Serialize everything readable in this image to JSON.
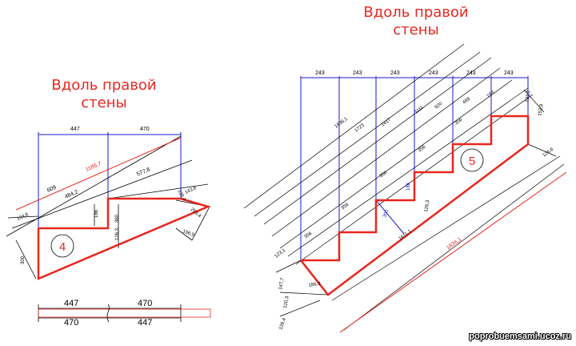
{
  "captions": {
    "left": "Вдоль правой\nстены",
    "right": "Вдоль правой\nстены"
  },
  "watermark": "poprobuemsami.ucoz.ru",
  "stair4": {
    "number": "4",
    "top_dims": [
      "447",
      "470"
    ],
    "red_dim": "1186,7",
    "dims": [
      "609",
      "484,2",
      "577,8",
      "134,8",
      "186",
      "360",
      "126,3",
      "300",
      "196,4",
      "143,8",
      "196,9",
      "253,4"
    ],
    "table": {
      "row1": [
        "447",
        "470"
      ],
      "row2": [
        "470",
        "447"
      ]
    }
  },
  "stair5": {
    "number": "5",
    "top_dims": [
      "243",
      "243",
      "243",
      "243",
      "243",
      "243"
    ],
    "diag_dims": [
      "1836,1",
      "1723",
      "1417",
      "1111",
      "920",
      "499",
      "193"
    ],
    "step_dims": [
      "356",
      "356",
      "356",
      "356",
      "356"
    ],
    "red_dim": "1836,1",
    "dims": [
      "1611,1",
      "300",
      "186",
      "186,9",
      "147,7",
      "123,1",
      "120,3",
      "128,4",
      "137,2",
      "152,9",
      "126,3",
      "126,6"
    ]
  },
  "colors": {
    "line": "#000000",
    "blue": "#1a1adb",
    "red": "#e8261f"
  }
}
